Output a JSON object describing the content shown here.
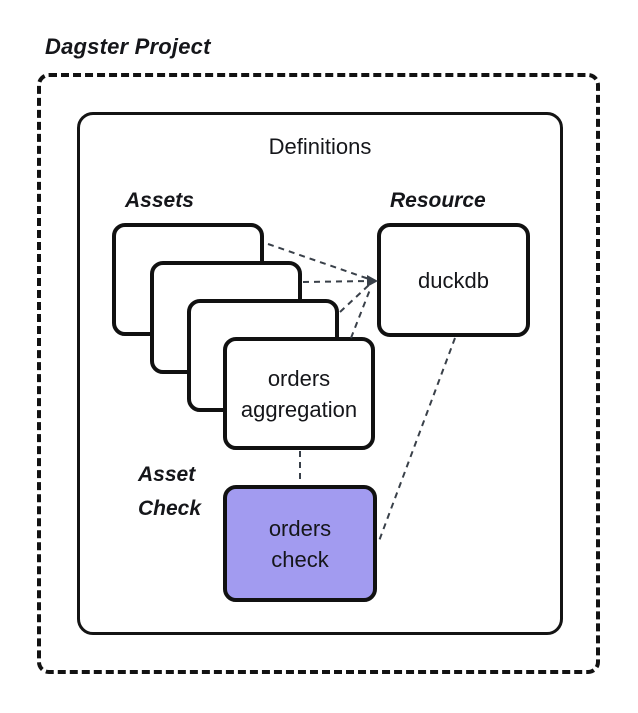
{
  "diagram": {
    "title": "Dagster Project",
    "definitions_label": "Definitions",
    "assets": {
      "label": "Assets",
      "stacked_cards": 4,
      "front_card_label": "orders\naggregation"
    },
    "resource": {
      "label": "Resource",
      "node_label": "duckdb"
    },
    "asset_check": {
      "label": "Asset\nCheck",
      "node_label": "orders\ncheck"
    },
    "edges": [
      {
        "from": "asset-card-1",
        "to": "duckdb",
        "style": "dashed-arrow"
      },
      {
        "from": "asset-card-2",
        "to": "duckdb",
        "style": "dashed-arrow"
      },
      {
        "from": "asset-card-3",
        "to": "duckdb",
        "style": "dashed-arrow"
      },
      {
        "from": "orders-aggregation",
        "to": "duckdb",
        "style": "dashed-arrow"
      },
      {
        "from": "orders-aggregation",
        "to": "orders-check",
        "style": "dashed"
      },
      {
        "from": "duckdb",
        "to": "orders-check",
        "style": "dashed"
      }
    ],
    "colors": {
      "asset_check_fill": "#a29bf0",
      "edge_stroke": "#394049",
      "node_border": "#111111",
      "boundary_border": "#121212"
    }
  }
}
